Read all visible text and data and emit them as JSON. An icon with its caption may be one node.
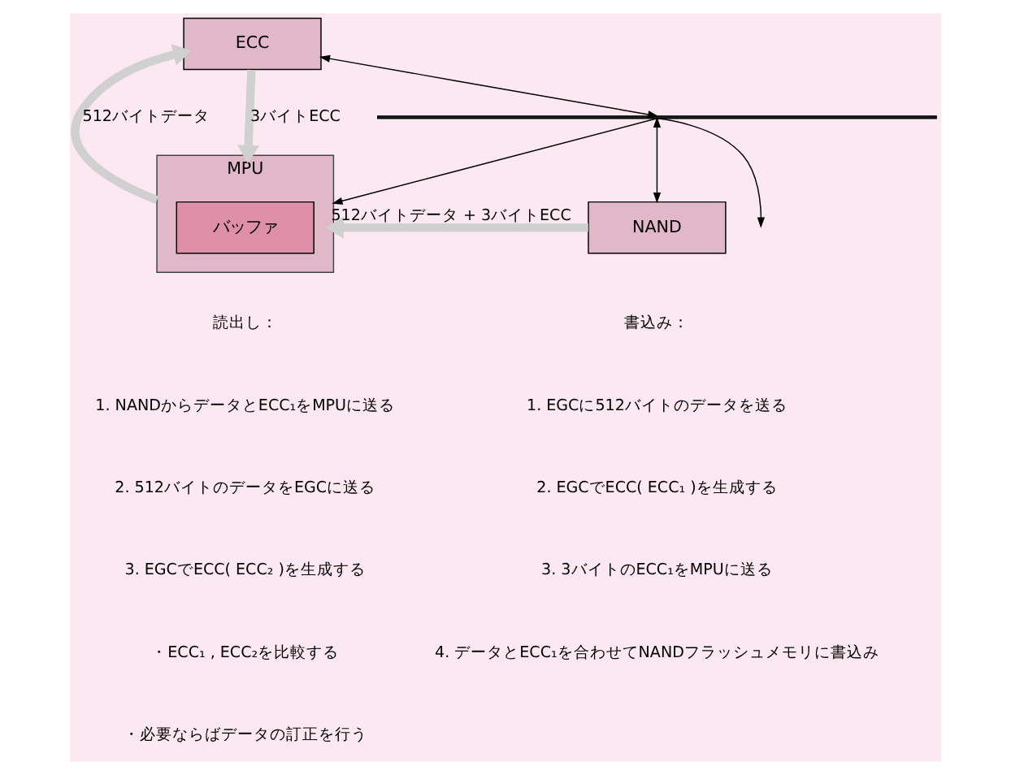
{
  "diagram": {
    "nodes": [
      {
        "text": [
          "MPU"
        ]
      },
      {
        "text": [
          "バッファ"
        ],
        "in": 0
      },
      {
        "text": [
          "ECC"
        ]
      },
      {
        "text": [],
        "shape": "bar"
      },
      {
        "text": [
          "NAND"
        ]
      }
    ],
    "edges": [
      {
        "from": 3,
        "to": 0,
        "arrow": "to"
      },
      {
        "from": 3,
        "to": null,
        "arrow": "to"
      },
      {
        "from": 2,
        "to": 3,
        "arrow": "both"
      },
      {
        "from": 3,
        "to": 4,
        "arrow": "both"
      },
      {
        "from": 0,
        "to": 2,
        "arrow": "to",
        "label": "512バイトデータ",
        "style": "thick",
        "color": "#d0d0d0"
      },
      {
        "from": 2,
        "to": 0,
        "arrow": "to",
        "label": "3バイトECC",
        "style": "thick",
        "color": "#d0d0d0"
      },
      {
        "from": 4,
        "to": 0,
        "arrow": "to",
        "label": "512バイトデータ + 3バイトECC",
        "style": "thick",
        "color": "#d0d0d0"
      }
    ],
    "labels": [
      "読出し：",
      "1. NANDからデータとECC₁をMPUに送る",
      "2. 512バイトのデータをEGCに送る",
      "3. EGCでECC( ECC₂ )を生成する",
      "・ECC₁ , ECC₂を比較する",
      "・必要ならばデータの訂正を行う",
      "書込み：",
      "1. EGCに512バイトのデータを送る",
      "2. EGCでECC( ECC₁ )を生成する",
      "3. 3バイトのECC₁をMPUに送る",
      "4. データとECC₁を合わせてNANDフラッシュメモリに書込み"
    ]
  }
}
